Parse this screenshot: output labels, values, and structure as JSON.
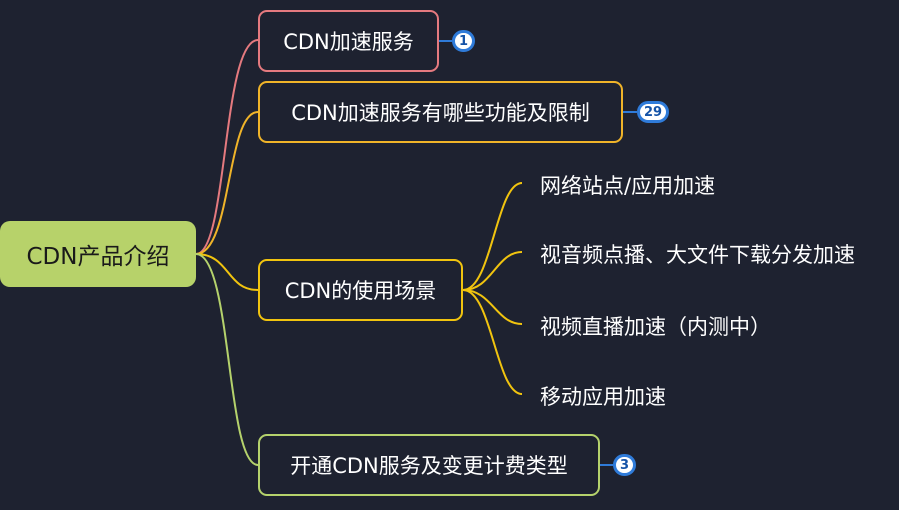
{
  "root": {
    "label": "CDN产品介绍"
  },
  "branches": [
    {
      "label": "CDN加速服务",
      "badge": "1",
      "color": "#e57a7f"
    },
    {
      "label": "CDN加速服务有哪些功能及限制",
      "badge": "29",
      "color": "#f0b429"
    },
    {
      "label": "CDN的使用场景",
      "color": "#f1c40f",
      "children": [
        "网络站点/应用加速",
        "视音频点播、大文件下载分发加速",
        "视频直播加速（内测中）",
        "移动应用加速"
      ]
    },
    {
      "label": "开通CDN服务及变更计费类型",
      "badge": "3",
      "color": "#b5d26c"
    }
  ],
  "colors": {
    "background": "#1e2230",
    "root_fill": "#b7d26a",
    "badge_ring": "#2f7bd9"
  }
}
